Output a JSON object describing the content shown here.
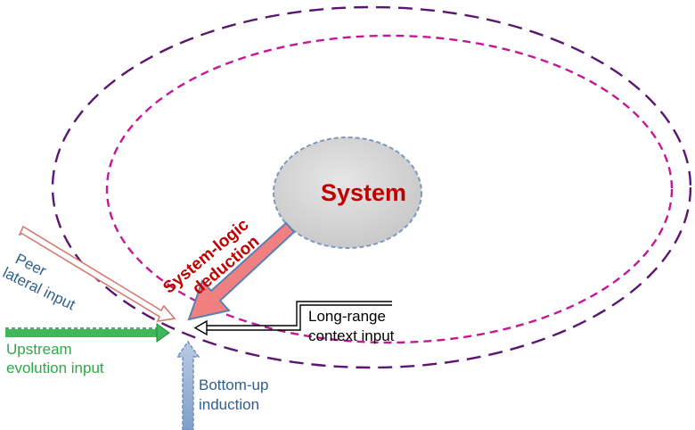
{
  "system": {
    "label": "System"
  },
  "deduction": {
    "line1": "System-logic",
    "line2": "deduction"
  },
  "peer": {
    "line1": "Peer",
    "line2": "lateral input"
  },
  "upstream": {
    "line1": "Upstream",
    "line2": "evolution input"
  },
  "bottomup": {
    "line1": "Bottom-up",
    "line2": "induction"
  },
  "longrange": {
    "line1": "Long-range",
    "line2": "context input"
  },
  "colors": {
    "outer_ellipse": "#5a1670",
    "inner_ellipse": "#c41896",
    "system_fill": "#d9d9d9",
    "system_text": "#c00000",
    "deduction_arrow": "#f08080",
    "peer_arrow": "#d47a70",
    "upstream_arrow": "#2fa84a",
    "bottomup_arrow": "#9db6d6",
    "peer_text": "#2f5f8f",
    "upstream_text": "#2fa84a",
    "bottomup_text": "#2f5f8f",
    "longrange_text": "#000000"
  }
}
